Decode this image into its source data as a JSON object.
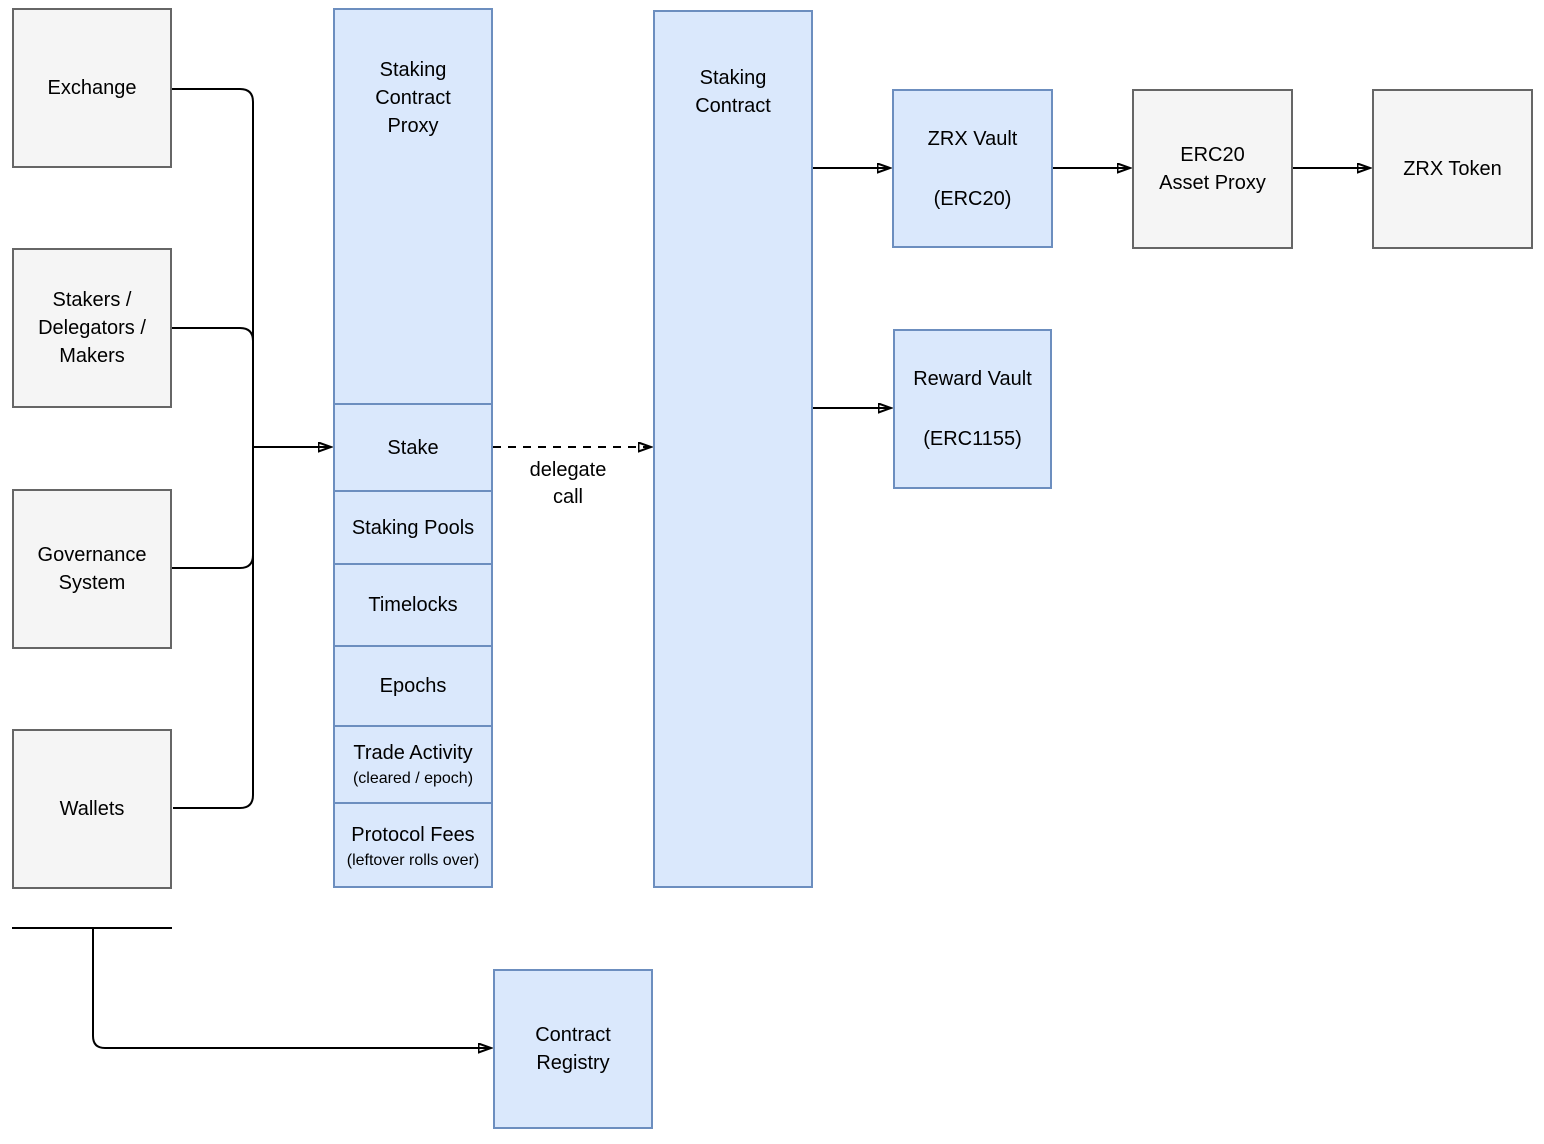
{
  "colors": {
    "blue_fill": "#dae8fc",
    "blue_stroke": "#6c8ebf",
    "gray_fill": "#f5f5f5",
    "gray_stroke": "#666666",
    "connector": "#000000"
  },
  "nodes": {
    "exchange": {
      "label": "Exchange"
    },
    "stakers": {
      "label": "Stakers /\nDelegators /\nMakers"
    },
    "governance": {
      "label": "Governance\nSystem"
    },
    "wallets": {
      "label": "Wallets"
    },
    "staking_contract_proxy": {
      "title": "Staking\nContract\nProxy",
      "sections": [
        {
          "title": "Stake"
        },
        {
          "title": "Staking Pools"
        },
        {
          "title": "Timelocks"
        },
        {
          "title": "Epochs"
        },
        {
          "title": "Trade Activity",
          "subtitle": "(cleared / epoch)"
        },
        {
          "title": "Protocol Fees",
          "subtitle": "(leftover rolls over)"
        }
      ]
    },
    "staking_contract": {
      "label": "Staking\nContract"
    },
    "zrx_vault": {
      "title": "ZRX Vault",
      "subtitle": "(ERC20)"
    },
    "reward_vault": {
      "title": "Reward Vault",
      "subtitle": "(ERC1155)"
    },
    "erc20_asset_proxy": {
      "label": "ERC20\nAsset Proxy"
    },
    "zrx_token": {
      "label": "ZRX Token"
    },
    "contract_registry": {
      "label": "Contract\nRegistry"
    }
  },
  "edges": {
    "delegate_call_label": "delegate\ncall"
  }
}
